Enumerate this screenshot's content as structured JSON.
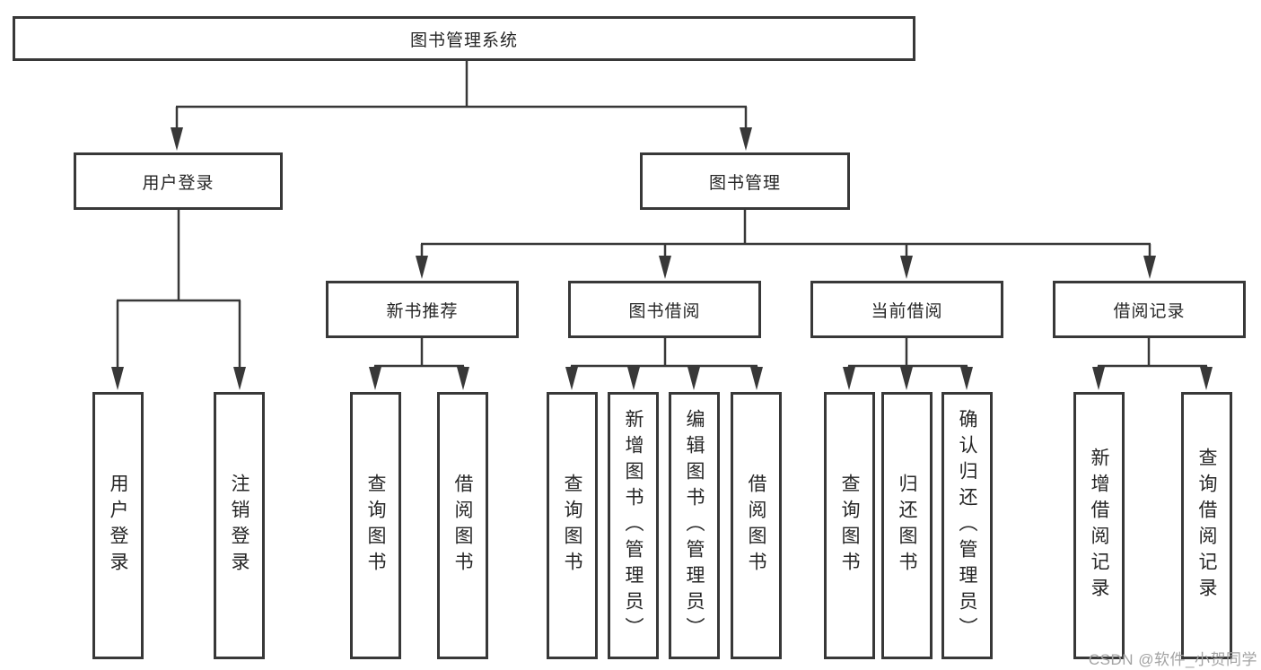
{
  "diagram_title": "图书管理系统",
  "colors": {
    "line": "#383838",
    "box_border": "#383838",
    "text": "#262626",
    "background": "#ffffff",
    "watermark": "#a3a3a3"
  },
  "tree": {
    "label": "图书管理系统",
    "children": [
      {
        "label": "用户登录",
        "children": [
          {
            "label": "用户登录"
          },
          {
            "label": "注销登录"
          }
        ]
      },
      {
        "label": "图书管理",
        "children": [
          {
            "label": "新书推荐",
            "children": [
              {
                "label": "查询图书"
              },
              {
                "label": "借阅图书"
              }
            ]
          },
          {
            "label": "图书借阅",
            "children": [
              {
                "label": "查询图书"
              },
              {
                "label": "新增图书（管理员）"
              },
              {
                "label": "编辑图书（管理员）"
              },
              {
                "label": "借阅图书"
              }
            ]
          },
          {
            "label": "当前借阅",
            "children": [
              {
                "label": "查询图书"
              },
              {
                "label": "归还图书"
              },
              {
                "label": "确认归还（管理员）"
              }
            ]
          },
          {
            "label": "借阅记录",
            "children": [
              {
                "label": "新增借阅记录"
              },
              {
                "label": "查询借阅记录"
              }
            ]
          }
        ]
      }
    ]
  },
  "watermark": {
    "text": "CSDN @软件_小贺同学"
  }
}
